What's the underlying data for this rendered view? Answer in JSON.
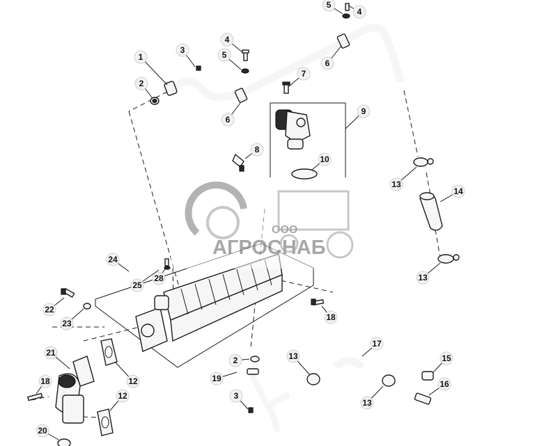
{
  "diagram": {
    "callouts": [
      {
        "id": "c1",
        "label": "1"
      },
      {
        "id": "c2a",
        "label": "2"
      },
      {
        "id": "c2b",
        "label": "2"
      },
      {
        "id": "c3a",
        "label": "3"
      },
      {
        "id": "c3b",
        "label": "3"
      },
      {
        "id": "c4a",
        "label": "4"
      },
      {
        "id": "c4b",
        "label": "4"
      },
      {
        "id": "c5a",
        "label": "5"
      },
      {
        "id": "c5b",
        "label": "5"
      },
      {
        "id": "c6a",
        "label": "6"
      },
      {
        "id": "c6b",
        "label": "6"
      },
      {
        "id": "c7",
        "label": "7"
      },
      {
        "id": "c8",
        "label": "8"
      },
      {
        "id": "c9",
        "label": "9"
      },
      {
        "id": "c10",
        "label": "10"
      },
      {
        "id": "c12a",
        "label": "12"
      },
      {
        "id": "c12b",
        "label": "12"
      },
      {
        "id": "c13a",
        "label": "13"
      },
      {
        "id": "c13b",
        "label": "13"
      },
      {
        "id": "c13c",
        "label": "13"
      },
      {
        "id": "c13d",
        "label": "13"
      },
      {
        "id": "c14",
        "label": "14"
      },
      {
        "id": "c15",
        "label": "15"
      },
      {
        "id": "c16",
        "label": "16"
      },
      {
        "id": "c17",
        "label": "17"
      },
      {
        "id": "c18a",
        "label": "18"
      },
      {
        "id": "c18b",
        "label": "18"
      },
      {
        "id": "c19",
        "label": "19"
      },
      {
        "id": "c20",
        "label": "20"
      },
      {
        "id": "c21",
        "label": "21"
      },
      {
        "id": "c22",
        "label": "22"
      },
      {
        "id": "c23",
        "label": "23"
      },
      {
        "id": "c24",
        "label": "24"
      },
      {
        "id": "c25",
        "label": "25"
      },
      {
        "id": "c28",
        "label": "28"
      }
    ]
  },
  "watermark": {
    "company_prefix": "ООО",
    "company_name": "АГРОСНАБ"
  }
}
